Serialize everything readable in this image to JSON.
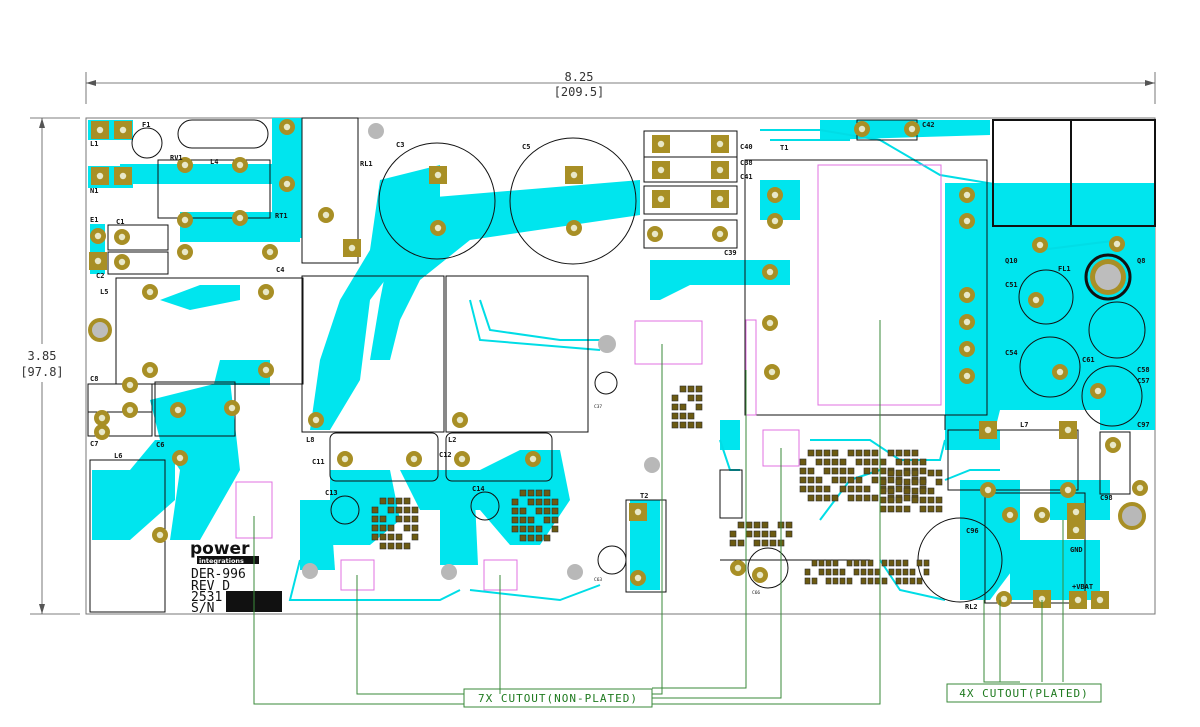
{
  "dimensions": {
    "width_in": "8.25",
    "width_mm": "[209.5]",
    "height_in": "3.85",
    "height_mm": "[97.8]"
  },
  "refs": {
    "L1": "L1",
    "N1": "N1",
    "E1": "E1",
    "F1": "F1",
    "RV1": "RV1",
    "L4": "L4",
    "RT1": "RT1",
    "RL1": "RL1",
    "C1": "C1",
    "C2": "C2",
    "C4": "C4",
    "L5": "L5",
    "C6": "C6",
    "C7": "C7",
    "C8": "C8",
    "L6": "L6",
    "C3": "C3",
    "C5": "C5",
    "C40": "C40",
    "C38": "C38",
    "C41": "C41",
    "C39": "C39",
    "T1": "T1",
    "C42": "C42",
    "Q10": "Q10",
    "FL1": "FL1",
    "Q8": "Q8",
    "C51": "C51",
    "C54": "C54",
    "C61": "C61",
    "C58": "C58",
    "C57": "C57",
    "C97": "C97",
    "L7": "L7",
    "C98": "C98",
    "C96": "C96",
    "GND": "GND",
    "VBAT": "+VBAT",
    "RL2": "RL2",
    "L8": "L8",
    "L2": "L2",
    "C11": "C11",
    "C12": "C12",
    "C13": "C13",
    "C14": "C14",
    "T2": "T2",
    "C37": "C37",
    "C63": "C63",
    "C66": "C66"
  },
  "logo": {
    "line1": "power",
    "line2": "integrations"
  },
  "board_marking": [
    "DER-996",
    "REV D",
    "2531",
    "S/N"
  ],
  "callouts": {
    "nonplated": "7X CUTOUT(NON-PLATED)",
    "plated": "4X CUTOUT(PLATED)"
  }
}
